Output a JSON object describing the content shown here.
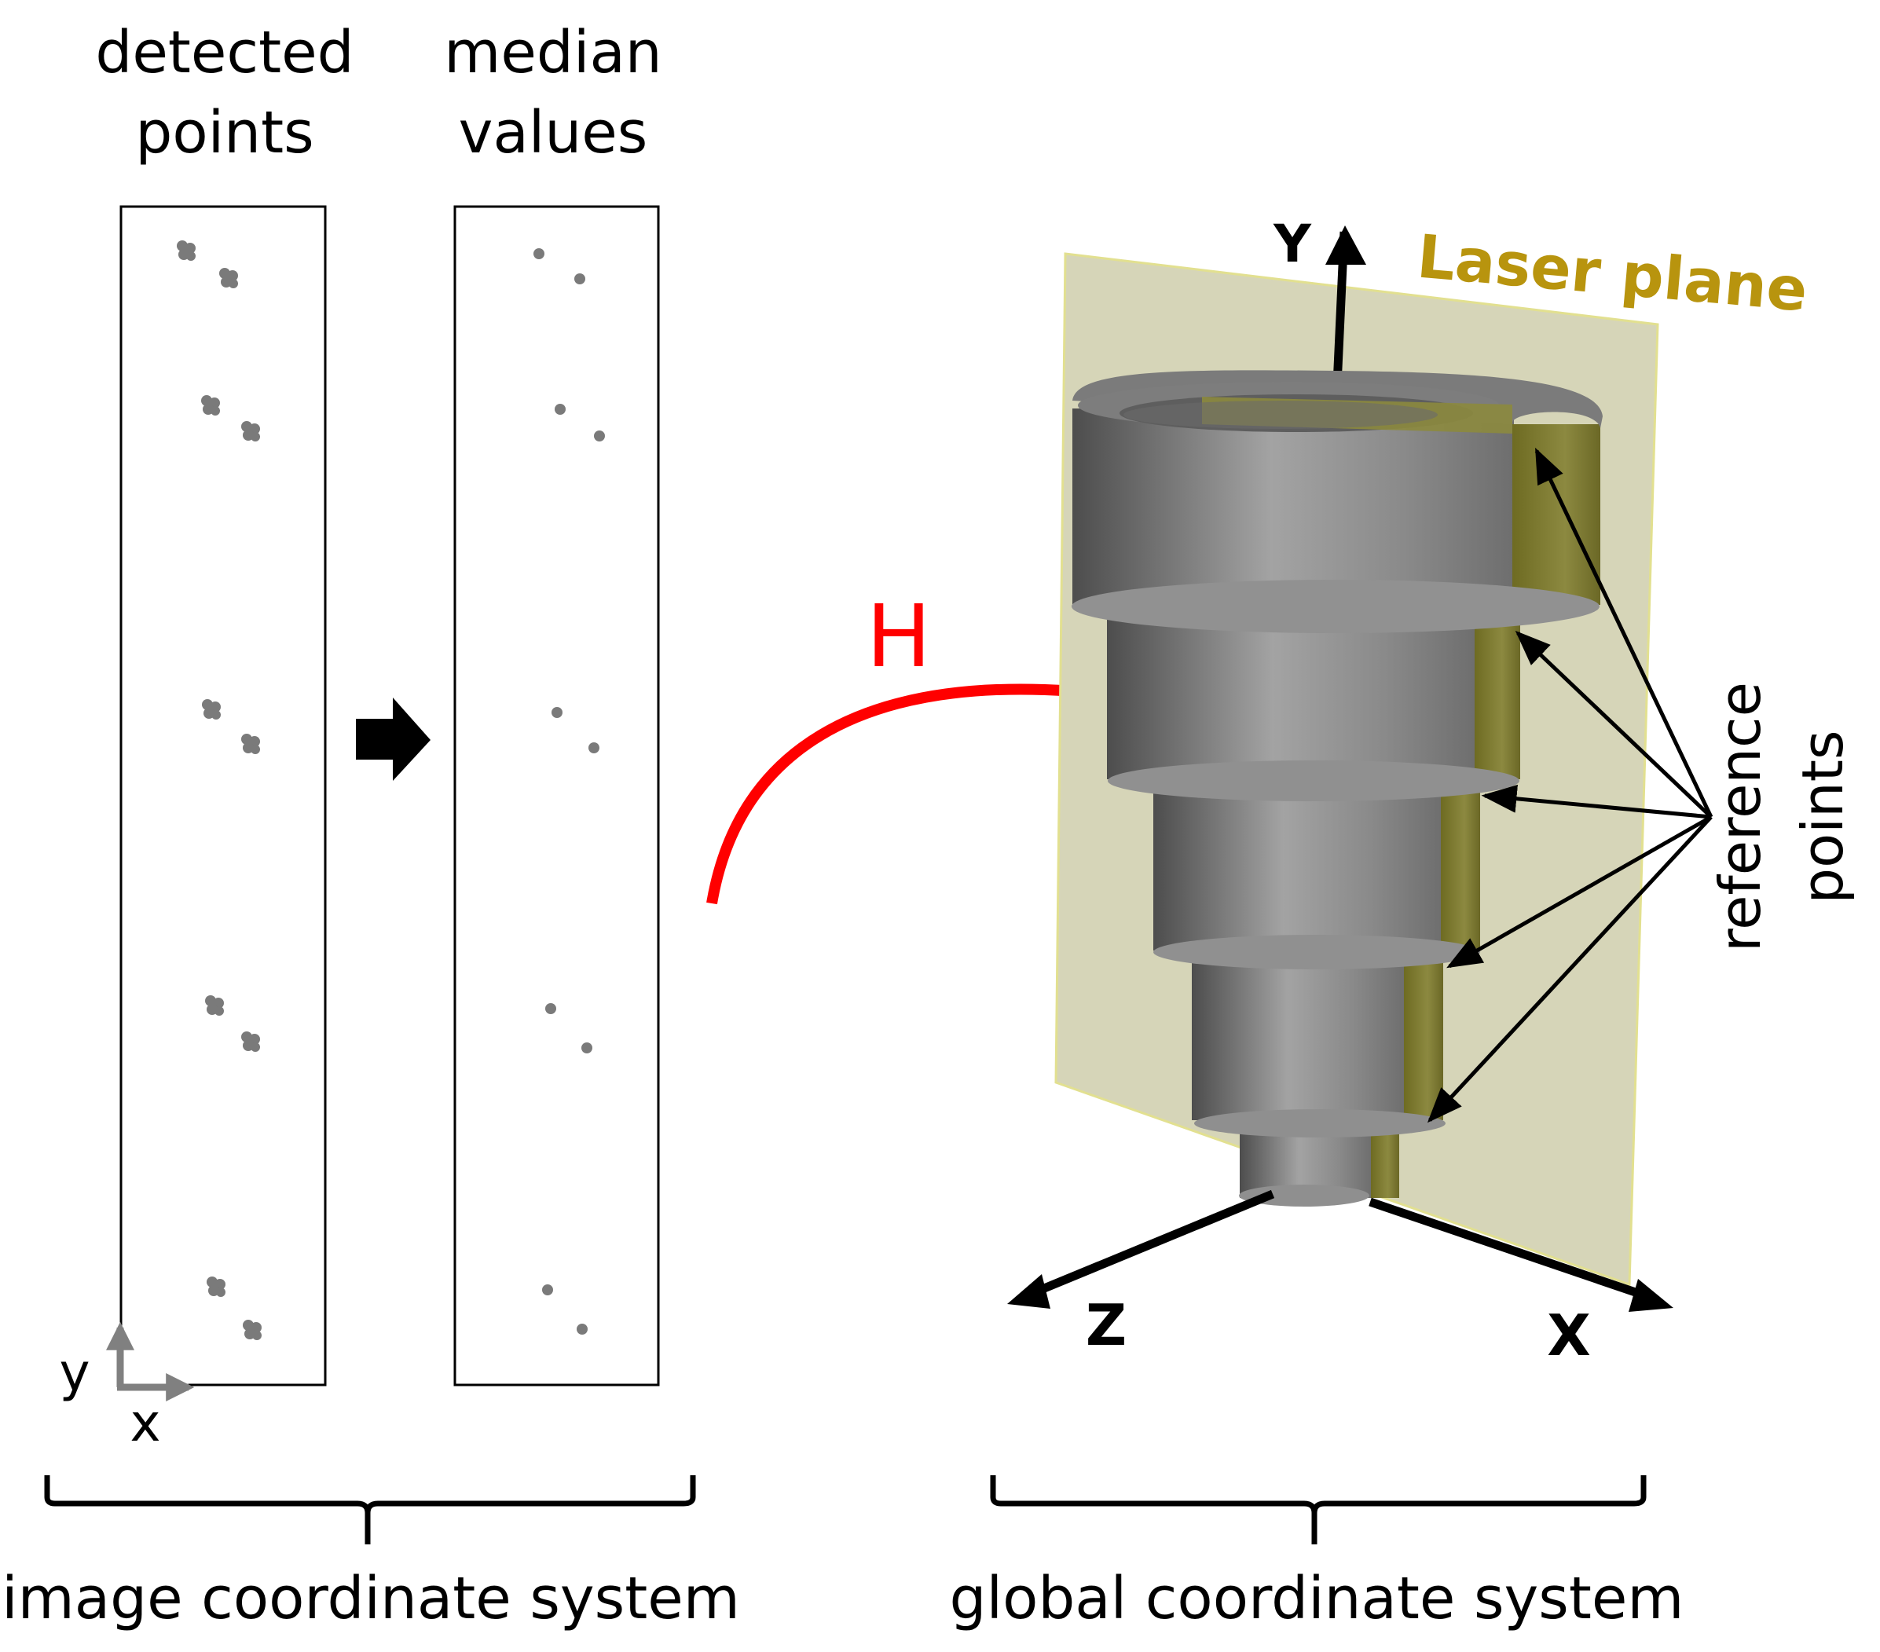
{
  "left_panel": {
    "detected_title_line1": "detected",
    "detected_title_line2": "points",
    "median_title_line1": "median",
    "median_title_line2": "values",
    "axis_y": "y",
    "axis_x": "x",
    "caption": "image coordinate system"
  },
  "transform": {
    "label": "H",
    "color": "#ff0000"
  },
  "right_panel": {
    "laser_plane_label": "Laser plane",
    "laser_plane_color": "#b8940e",
    "axis_y": "Y",
    "axis_z": "Z",
    "axis_x": "X",
    "reference_line1": "reference",
    "reference_line2": "points",
    "caption": "global coordinate system"
  },
  "colors": {
    "point_gray": "#7a7a7a",
    "plane_fill": "#d6d5b8",
    "olive": "#7d7a30",
    "cylinder_gray": "#8f8f8f"
  }
}
